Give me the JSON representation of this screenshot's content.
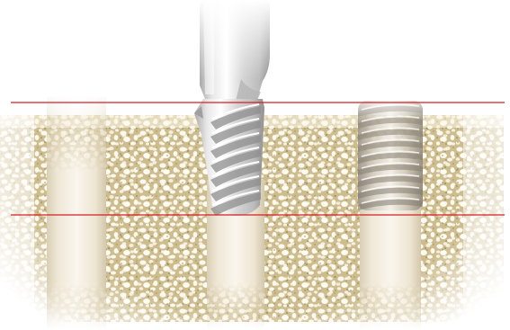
{
  "diagram": {
    "labels": [],
    "colors": {
      "background": "#ffffff",
      "bone_base": "#efe8d6",
      "bone_pore_light": "#fbf8ef",
      "bone_pore_dark": "#b9ac7a",
      "bone_trabecula": "#d8caa0",
      "osteotomy_wall": "#f3ede2",
      "instrument_metal": "#dcdcdc",
      "instrument_highlight": "#ffffff",
      "instrument_shadow": "#9a9a9a",
      "reference_line": "#d51f26"
    },
    "elements": [
      {
        "name": "cancellous-bone-block",
        "icon": "bone-texture"
      },
      {
        "name": "osteotomy-channel-left",
        "icon": "drilled-channel"
      },
      {
        "name": "osteotomy-channel-center",
        "icon": "drilled-channel"
      },
      {
        "name": "osteotomy-channel-right",
        "icon": "drilled-channel"
      },
      {
        "name": "drill-bit",
        "icon": "spiral-drill"
      },
      {
        "name": "implant-thread",
        "icon": "threaded-implant"
      },
      {
        "name": "upper-reference-line",
        "icon": "horizontal-line"
      },
      {
        "name": "lower-reference-line",
        "icon": "horizontal-line"
      }
    ]
  }
}
